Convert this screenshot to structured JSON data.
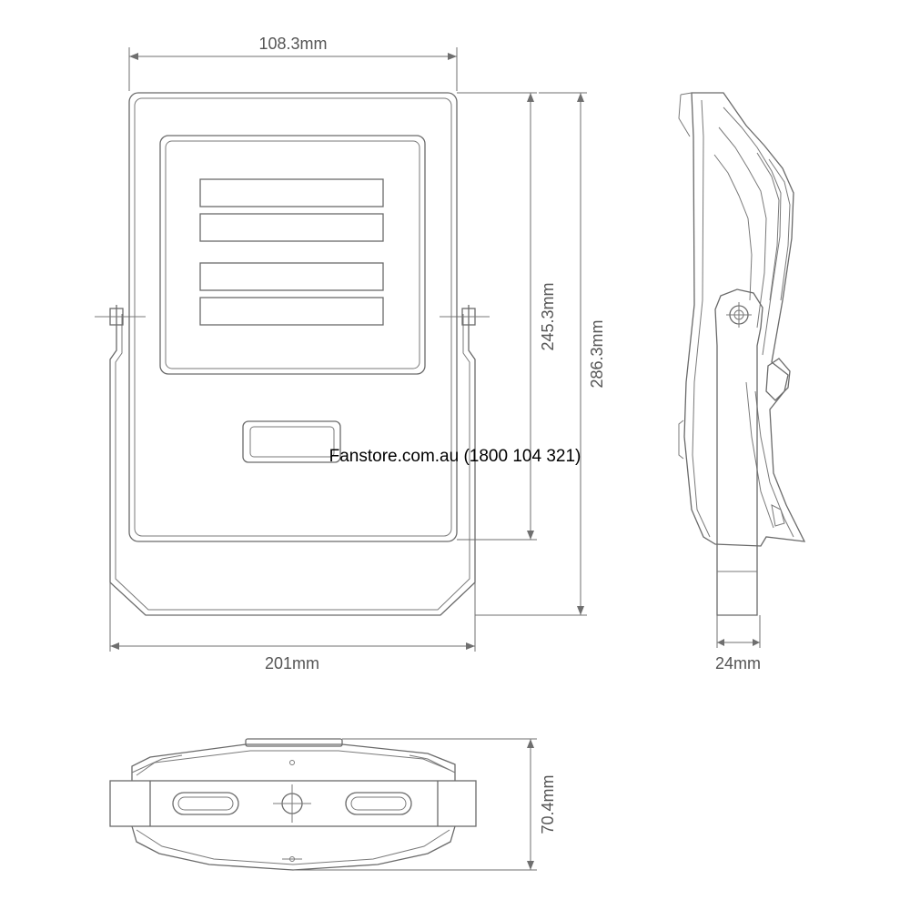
{
  "dimensions": {
    "front_top_width": "108.3mm",
    "front_bracket_width": "201mm",
    "body_height": "245.3mm",
    "overall_height": "286.3mm",
    "side_depth": "24mm",
    "bottom_depth": "70.4mm"
  },
  "watermark": "Fanstore.com.au (1800 104 321)",
  "colors": {
    "line": "#6a6a6a",
    "text": "#555555",
    "watermark": "#000000"
  }
}
